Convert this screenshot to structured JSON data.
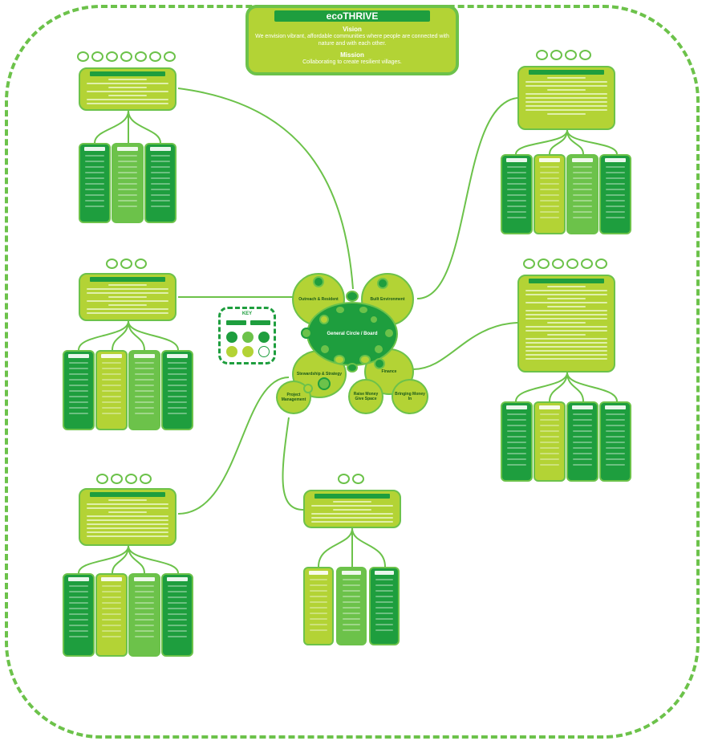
{
  "header": {
    "title": "ecoTHRIVE",
    "vision_label": "Vision",
    "vision_text": "We envision vibrant, affordable communities where people are connected with nature and with each other.",
    "mission_label": "Mission",
    "mission_text": "Collaborating to create resilient villages."
  },
  "hub": {
    "center": "General Circle / Board",
    "outreach": "Outreach & Resident",
    "built": "Built Environment",
    "stewardship": "Stewardship & Strategy",
    "finance": "Finance",
    "project": "Project Management",
    "raise_money": "Raise Money Give Space",
    "bringing_money": "Bringing Money In"
  },
  "key": {
    "title": "KEY"
  },
  "colors": {
    "dark_green": "#1e9e3e",
    "medium_green": "#6cc24a",
    "light_green": "#b3d335",
    "white": "#ffffff"
  }
}
